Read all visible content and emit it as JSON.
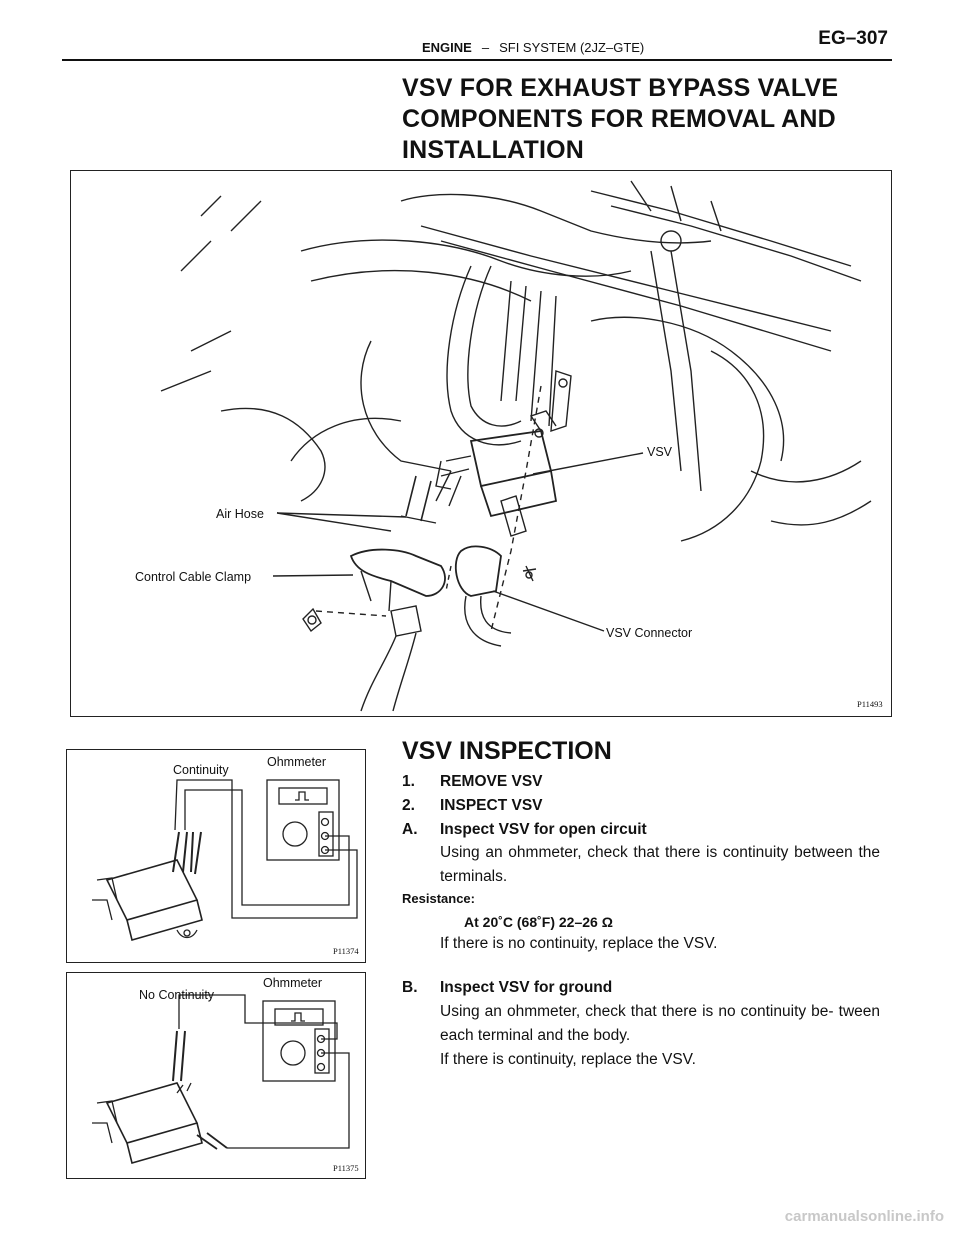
{
  "header": {
    "section": "ENGINE",
    "separator": "–",
    "subsection": "SFI SYSTEM (2JZ–GTE)",
    "page_number": "EG–307"
  },
  "title_lines": [
    "VSV FOR EXHAUST BYPASS VALVE",
    "COMPONENTS FOR REMOVAL AND",
    "INSTALLATION"
  ],
  "main_figure": {
    "labels": {
      "vsv": "VSV",
      "air_hose": "Air Hose",
      "control_cable_clamp": "Control Cable Clamp",
      "vsv_connector": "VSV Connector"
    },
    "code": "P11493"
  },
  "inspection": {
    "title": "VSV INSPECTION",
    "step1": {
      "num": "1.",
      "text": "REMOVE VSV"
    },
    "step2": {
      "num": "2.",
      "text": "INSPECT VSV"
    },
    "stepA": {
      "num": "A.",
      "text": "Inspect VSV for open circuit",
      "body": "Using an ohmmeter, check that there is continuity between the terminals.",
      "resistance_label": "Resistance:",
      "resistance_value": "At 20˚C (68˚F) 22–26 Ω",
      "note": "If there is no continuity, replace the VSV."
    },
    "stepB": {
      "num": "B.",
      "text": "Inspect VSV for ground",
      "body": "Using an ohmmeter, check that there is no continuity be- tween each terminal and the body.",
      "note": "If there is continuity, replace the VSV."
    }
  },
  "figure_a": {
    "label_left": "Continuity",
    "label_right": "Ohmmeter",
    "code": "P11374"
  },
  "figure_b": {
    "label_left": "No Continuity",
    "label_right": "Ohmmeter",
    "code": "P11375"
  },
  "footer": {
    "watermark": "carmanualsonline.info"
  }
}
